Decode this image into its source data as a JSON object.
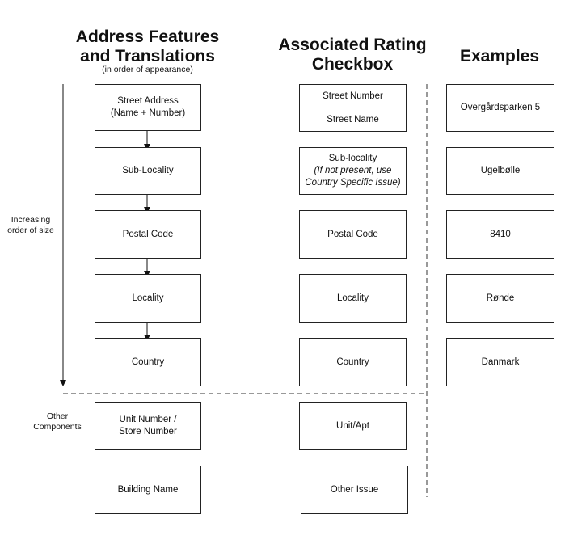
{
  "headings": {
    "features": "Address Features and Translations",
    "features_note": "(in order of appearance)",
    "checkbox": "Associated Rating Checkbox",
    "examples": "Examples"
  },
  "side_labels": {
    "size_order": "Increasing order of size",
    "other": "Other Components"
  },
  "features": [
    {
      "line1": "Street Address",
      "line2": "(Name + Number)"
    },
    {
      "line1": "Sub-Locality"
    },
    {
      "line1": "Postal Code"
    },
    {
      "line1": "Locality"
    },
    {
      "line1": "Country"
    },
    {
      "line1": "Unit Number /",
      "line2": "Store Number"
    },
    {
      "line1": "Building Name"
    }
  ],
  "checkboxes": {
    "street_number": "Street Number",
    "street_name": "Street Name",
    "sub_locality": "Sub-locality",
    "sub_locality_note": "(If not present, use Country Specific Issue)",
    "postal_code": "Postal Code",
    "locality": "Locality",
    "country": "Country",
    "unit": "Unit/Apt",
    "other": "Other Issue"
  },
  "examples": [
    "Overgårdsparken 5",
    "Ugelbølle",
    "8410",
    "Rønde",
    "Danmark"
  ]
}
